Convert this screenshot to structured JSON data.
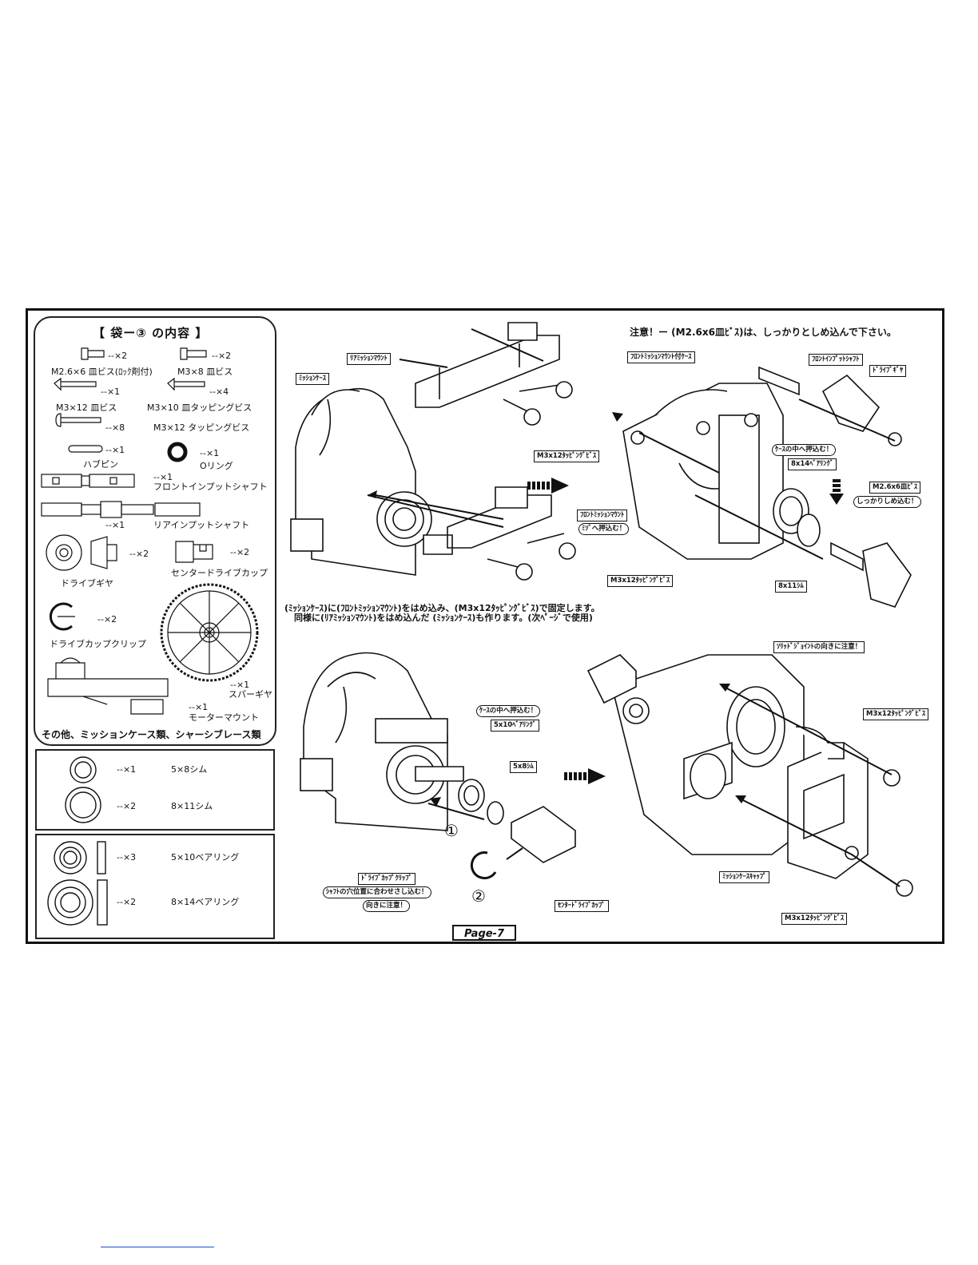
{
  "page": {
    "number": "Page-7"
  },
  "parts": {
    "title": "【 袋ー③ の内容 】",
    "items": [
      {
        "qty": "--×2",
        "name": "M2.6×6 皿ビス(ﾛｯｸ剤付)"
      },
      {
        "qty": "--×2",
        "name": "M3×8 皿ビス"
      },
      {
        "qty": "--×1",
        "name": "M3×12 皿ビス"
      },
      {
        "qty": "--×4",
        "name": "M3×10 皿タッピングビス"
      },
      {
        "qty": "--×8",
        "name": "M3×12 タッピングビス"
      },
      {
        "qty": "--×1",
        "name": "ハブピン"
      },
      {
        "qty": "--×1",
        "name": "Oリング"
      },
      {
        "qty": "--×1",
        "name": "フロントインプットシャフト"
      },
      {
        "qty": "--×1",
        "name": "リアインプットシャフト"
      },
      {
        "qty": "--×2",
        "name": "ドライブギヤ"
      },
      {
        "qty": "--×2",
        "name": "センタードライブカップ"
      },
      {
        "qty": "--×2",
        "name": "ドライブカップクリップ"
      },
      {
        "qty": "--×1",
        "name": "スパーギヤ"
      },
      {
        "qty": "--×1",
        "name": "モーターマウント"
      }
    ],
    "other": "その他、ミッションケース類、シャーシブレース類",
    "shims": [
      {
        "qty": "--×1",
        "name": "5×8シム"
      },
      {
        "qty": "--×2",
        "name": "8×11シム"
      }
    ],
    "bearings": [
      {
        "qty": "--×3",
        "name": "5×10ベアリング"
      },
      {
        "qty": "--×2",
        "name": "8×14ベアリング"
      }
    ]
  },
  "step1": {
    "labels": {
      "rear_mount": "ﾘｱﾐｯｼｮﾝﾏｳﾝﾄ",
      "case": "ﾐｯｼｮﾝｹｰｽ",
      "screw_top": "M3x12ﾀｯﾋﾟﾝｸﾞﾋﾞｽ",
      "front_mount": "ﾌﾛﾝﾄﾐｯｼｮﾝﾏｳﾝﾄ",
      "press": "ﾐｿﾞへ押込む！",
      "screw_bottom": "M3x12ﾀｯﾋﾟﾝｸﾞﾋﾞｽ"
    },
    "instruction_line1": "(ﾐｯｼｮﾝｹｰｽ)に(ﾌﾛﾝﾄﾐｯｼｮﾝﾏｳﾝﾄ)をはめ込み、(M3x12ﾀｯﾋﾟﾝｸﾞﾋﾞｽ)で固定します。",
    "instruction_line2": "同様に(ﾘｱﾐｯｼｮﾝﾏｳﾝﾄ)をはめ込んだ (ﾐｯｼｮﾝｹｰｽ)も作ります。(次ﾍﾟｰｼﾞで使用)"
  },
  "step2": {
    "caution": "注意！ー (M2.6x6皿ﾋﾞｽ)は、しっかりとしめ込んで下さい。",
    "labels": {
      "case_with_mount": "ﾌﾛﾝﾄﾐｯｼｮﾝﾏｳﾝﾄ付ｹｰｽ",
      "input_shaft": "ﾌﾛﾝﾄｲﾝﾌﾟｯﾄｼｬﾌﾄ",
      "drive_gear": "ﾄﾞﾗｲﾌﾞｷﾞﾔ",
      "press_in": "ｹｰｽの中へ押込む！",
      "bearing": "8x14ﾍﾞｱﾘﾝｸﾞ",
      "screw": "M2.6x6皿ﾋﾞｽ",
      "tighten": "しっかりしめ込む！",
      "shim": "8x11ｼﾑ"
    }
  },
  "step3": {
    "labels": {
      "press_in": "ｹｰｽの中へ押込む！",
      "bearing": "5x10ﾍﾞｱﾘﾝｸﾞ",
      "shim": "5x8ｼﾑ",
      "clip": "ﾄﾞﾗｲﾌﾞｶｯﾌﾟｸﾘｯﾌﾟ",
      "align": "ｼｬﾌﾄの穴位置に合わせさし込む！",
      "direction": "向きに注意！",
      "cup": "ｾﾝﾀｰﾄﾞﾗｲﾌﾞｶｯﾌﾟ"
    },
    "order1": "①",
    "order2": "②"
  },
  "step4": {
    "labels": {
      "joint_note": "ｿﾘｯﾄﾞｼﾞｮｲﾝﾄの向きに注意！",
      "screw_top": "M3x12ﾀｯﾋﾟﾝｸﾞﾋﾞｽ",
      "cap": "ﾐｯｼｮﾝｹｰｽｷｬｯﾌﾟ",
      "screw_bottom": "M3x12ﾀｯﾋﾟﾝｸﾞﾋﾞｽ"
    }
  }
}
